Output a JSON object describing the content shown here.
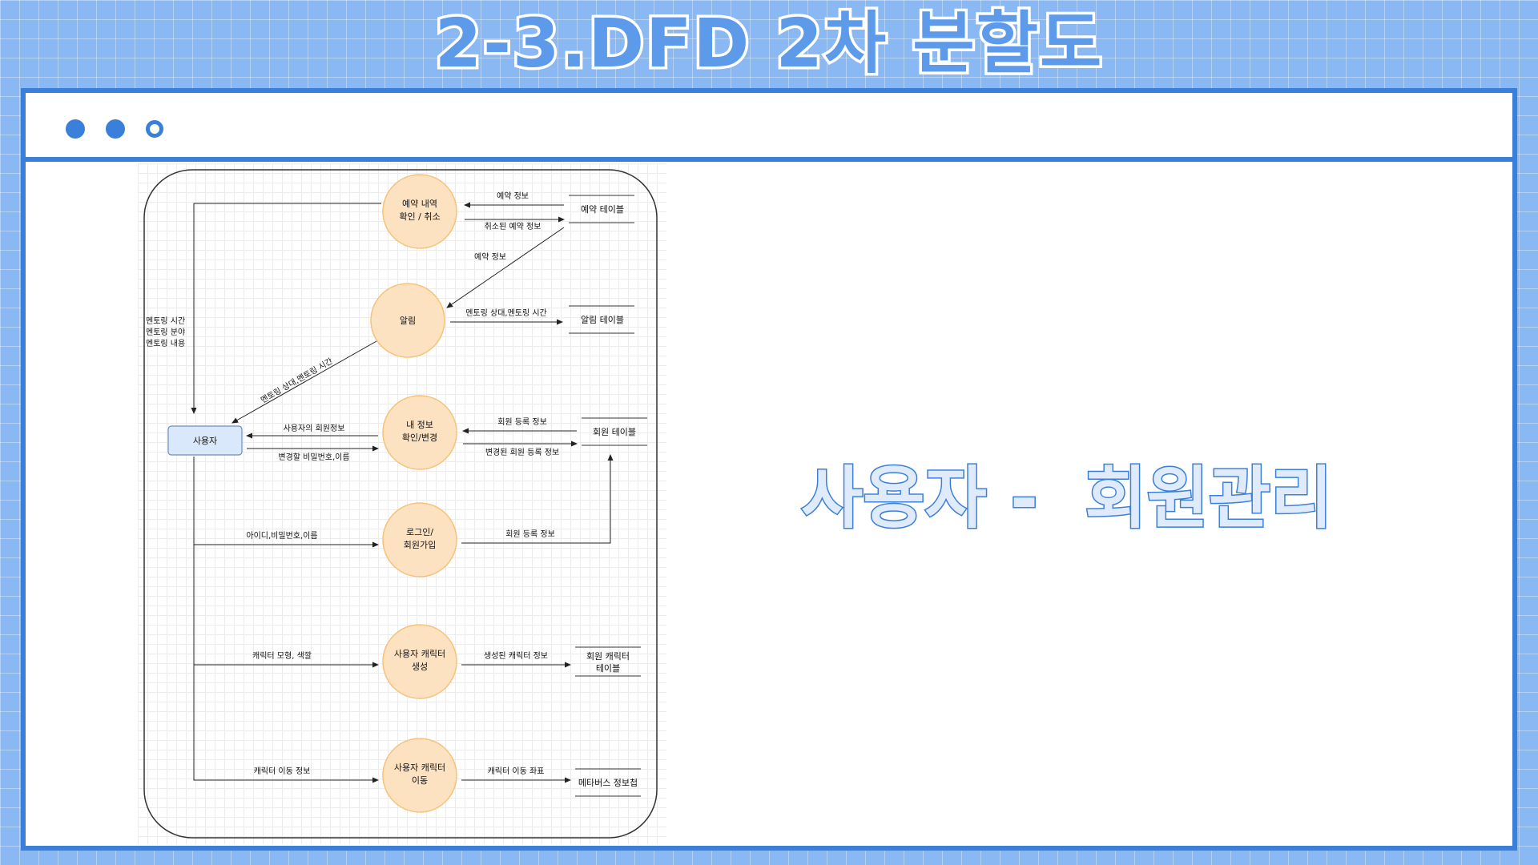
{
  "title": "2-3.DFD  2차 분할도",
  "caption": "사용자 -  회원관리",
  "colors": {
    "background": "#8ab8f2",
    "accent": "#3a7fd9",
    "process_fill": "#fde2c2",
    "process_stroke": "#f5c27a",
    "entity_fill": "#dae8fc",
    "entity_stroke": "#6c8ebf"
  },
  "window": {
    "dots": [
      "filled",
      "filled",
      "hollow"
    ]
  },
  "diagram": {
    "entity": {
      "label": "사용자"
    },
    "processes": {
      "reservation": [
        "예약 내역",
        "확인 / 취소"
      ],
      "alarm": [
        "알림"
      ],
      "myinfo": [
        "내 정보",
        "확인/변경"
      ],
      "login": [
        "로그인/",
        "회원가입"
      ],
      "char_create": [
        "사용자 캐릭터",
        "생성"
      ],
      "char_move": [
        "사용자 캐릭터",
        "이동"
      ]
    },
    "stores": {
      "reservation": [
        "예약 테이블"
      ],
      "alarm": [
        "알림 테이블"
      ],
      "member": [
        "회원 테이블"
      ],
      "member_char": [
        "회원 캐릭터",
        "테이블"
      ],
      "metaverse": [
        "메타버스 정보첩"
      ]
    },
    "flows": {
      "res_info": "예약 정보",
      "canceled_res_info": "취소된 예약 정보",
      "res_info_to_alarm": "예약 정보",
      "mentoring_partner_time": "멘토링 상대,멘토링 시간",
      "mentoring_partner_time_user": "멘토링 상대,멘토링 시간",
      "mentoring_details": [
        "멘토링 시간",
        "멘토링 분야",
        "멘토링 내용"
      ],
      "user_member_info": "사용자의 회원정보",
      "pw_change": "변경할 비밀번호,이름",
      "member_reg_info": "회원 등록 정보",
      "changed_member_reg_info": "변경된 회원 등록 정보",
      "id_pw_name": "아이디,비밀번호,이름",
      "login_member_reg_info": "회원 등록 정보",
      "char_shape_color": "캐릭터 모형, 색깔",
      "created_char_info": "생성된 캐릭터 정보",
      "char_move_info": "캐릭터 이동 정보",
      "char_move_coord": "캐릭터 이동 좌표"
    }
  }
}
